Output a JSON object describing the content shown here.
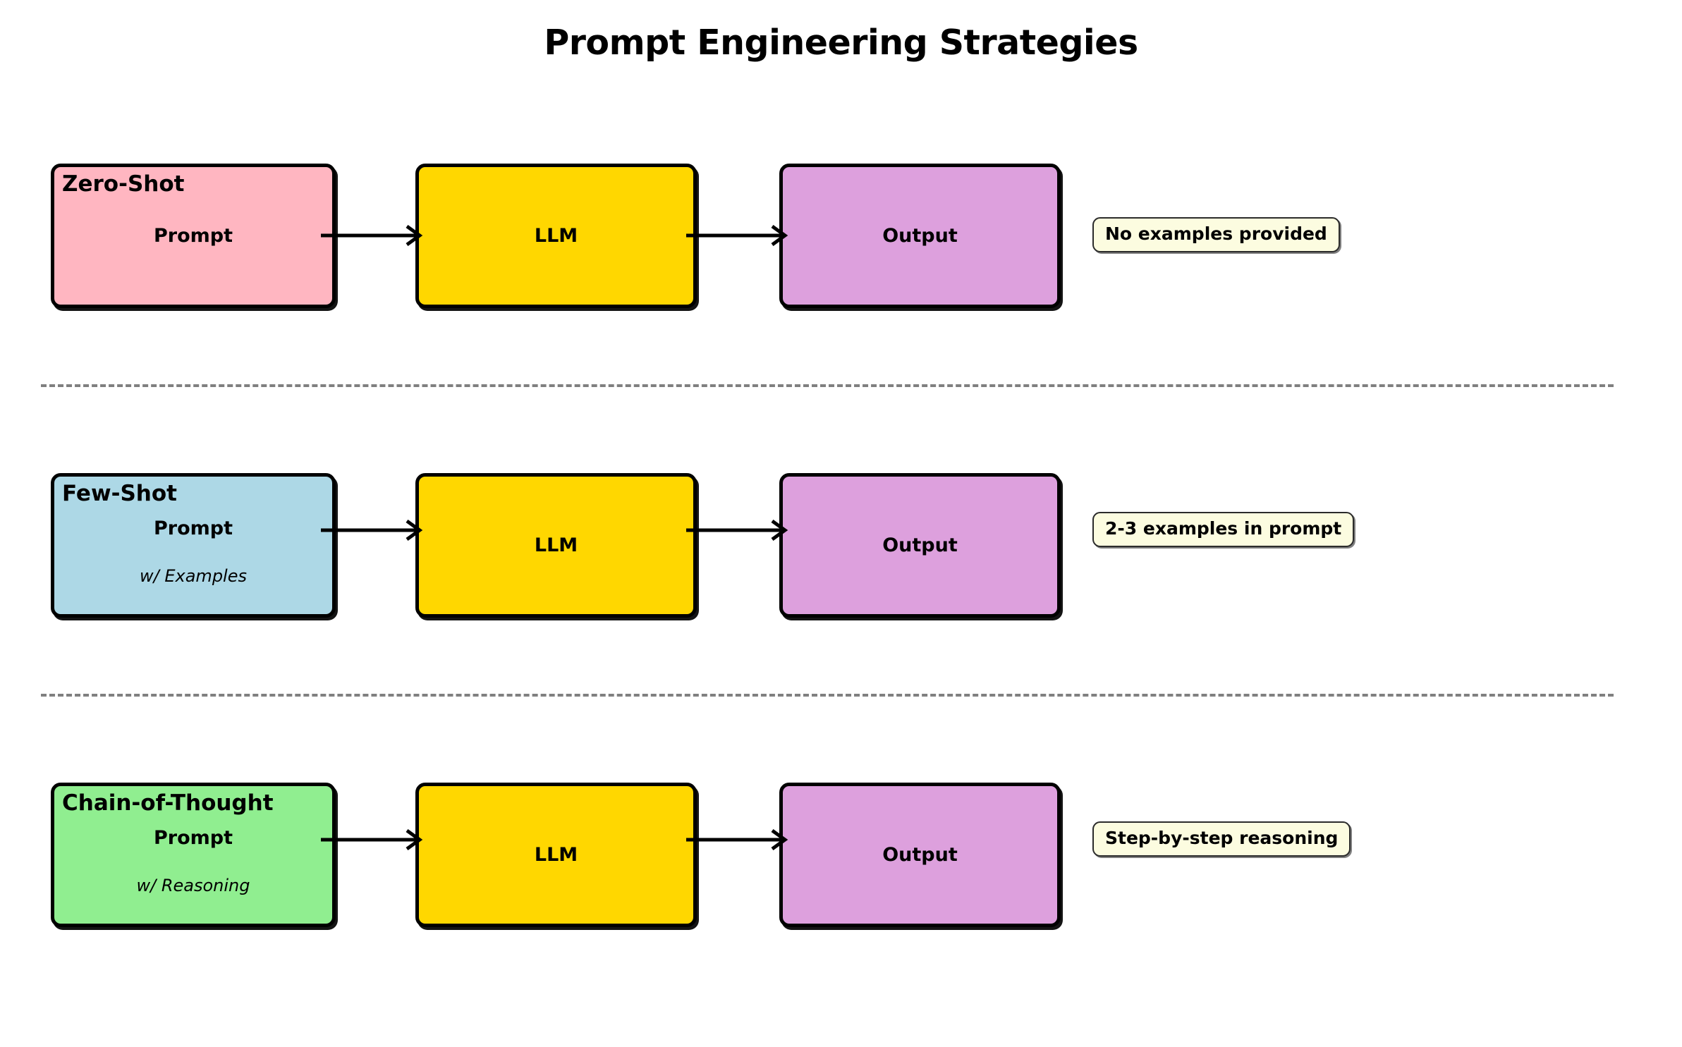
{
  "title": "Prompt Engineering Strategies",
  "colors": {
    "prompt_zero_shot": "#FFB6C1",
    "prompt_few_shot": "#ADD8E6",
    "prompt_chain_of_thought": "#90EE90",
    "llm": "#FFD700",
    "output": "#DDA0DD",
    "badge_fill": "#FCFCE0",
    "border": "#000000",
    "separator": "#808080"
  },
  "rows": [
    {
      "strategy": "Zero-Shot",
      "prompt": {
        "label": "Prompt",
        "sublabel": "",
        "color": "#FFB6C1"
      },
      "llm": {
        "label": "LLM",
        "color": "#FFD700"
      },
      "output": {
        "label": "Output",
        "color": "#DDA0DD"
      },
      "note": "No examples provided"
    },
    {
      "strategy": "Few-Shot",
      "prompt": {
        "label": "Prompt",
        "sublabel": "w/ Examples",
        "color": "#ADD8E6"
      },
      "llm": {
        "label": "LLM",
        "color": "#FFD700"
      },
      "output": {
        "label": "Output",
        "color": "#DDA0DD"
      },
      "note": "2-3 examples in prompt"
    },
    {
      "strategy": "Chain-of-Thought",
      "prompt": {
        "label": "Prompt",
        "sublabel": "w/ Reasoning",
        "color": "#90EE90"
      },
      "llm": {
        "label": "LLM",
        "color": "#FFD700"
      },
      "output": {
        "label": "Output",
        "color": "#DDA0DD"
      },
      "note": "Step-by-step reasoning"
    }
  ],
  "separators": 2
}
